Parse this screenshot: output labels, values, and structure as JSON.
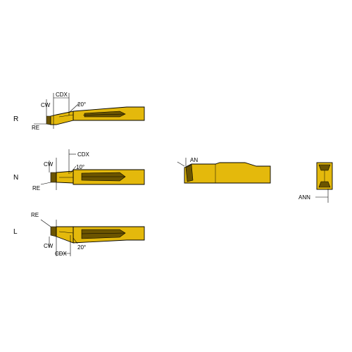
{
  "rows": [
    {
      "id": "R",
      "label": "R",
      "dims": {
        "cw": "CW",
        "cdx": "CDX",
        "re": "RE",
        "angle": "20°"
      }
    },
    {
      "id": "N",
      "label": "N",
      "dims": {
        "cw": "CW",
        "cdx": "CDX",
        "re": "RE",
        "angle": "10°"
      }
    },
    {
      "id": "L",
      "label": "L",
      "dims": {
        "cw": "CW",
        "cdx": "CDX",
        "re": "RE",
        "angle": "20°"
      }
    }
  ],
  "side_view": {
    "an": "AN"
  },
  "end_view": {
    "ann": "ANN"
  },
  "colors": {
    "insert": "#e4b90c",
    "shadow": "#6b5400",
    "line": "#000000"
  }
}
